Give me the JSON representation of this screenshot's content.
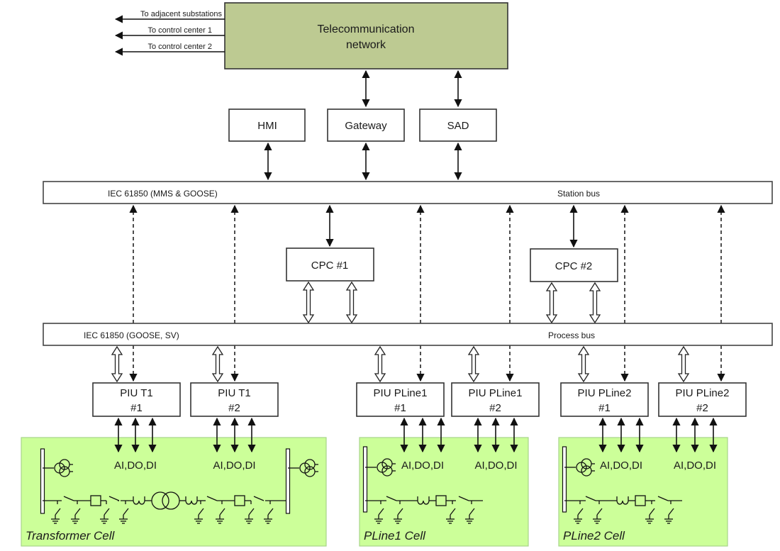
{
  "colors": {
    "telecom_fill": "#bdca92",
    "cell_fill": "#ccff99",
    "cell_border": "#a8d48a",
    "line": "#111111"
  },
  "telecom": {
    "title_line1": "Telecommunication",
    "title_line2": "network",
    "outputs": [
      "To adjacent substations",
      "To control center 1",
      "To control center 2"
    ]
  },
  "station_level": {
    "hmi": "HMI",
    "gateway": "Gateway",
    "sad": "SAD"
  },
  "station_bus": {
    "protocol": "IEC 61850 (MMS & GOOSE)",
    "name": "Station bus"
  },
  "cpcs": [
    "CPC #1",
    "CPC #2"
  ],
  "process_bus": {
    "protocol": "IEC 61850 (GOOSE, SV)",
    "name": "Process bus"
  },
  "pius": [
    {
      "line1": "PIU T1",
      "line2": "#1"
    },
    {
      "line1": "PIU T1",
      "line2": "#2"
    },
    {
      "line1": "PIU PLine1",
      "line2": "#1"
    },
    {
      "line1": "PIU PLine1",
      "line2": "#2"
    },
    {
      "line1": "PIU PLine2",
      "line2": "#1"
    },
    {
      "line1": "PIU PLine2",
      "line2": "#2"
    }
  ],
  "io_label": "AI,DO,DI",
  "cells": {
    "transformer": "Transformer Cell",
    "pline1": "PLine1 Cell",
    "pline2": "PLine2 Cell"
  }
}
